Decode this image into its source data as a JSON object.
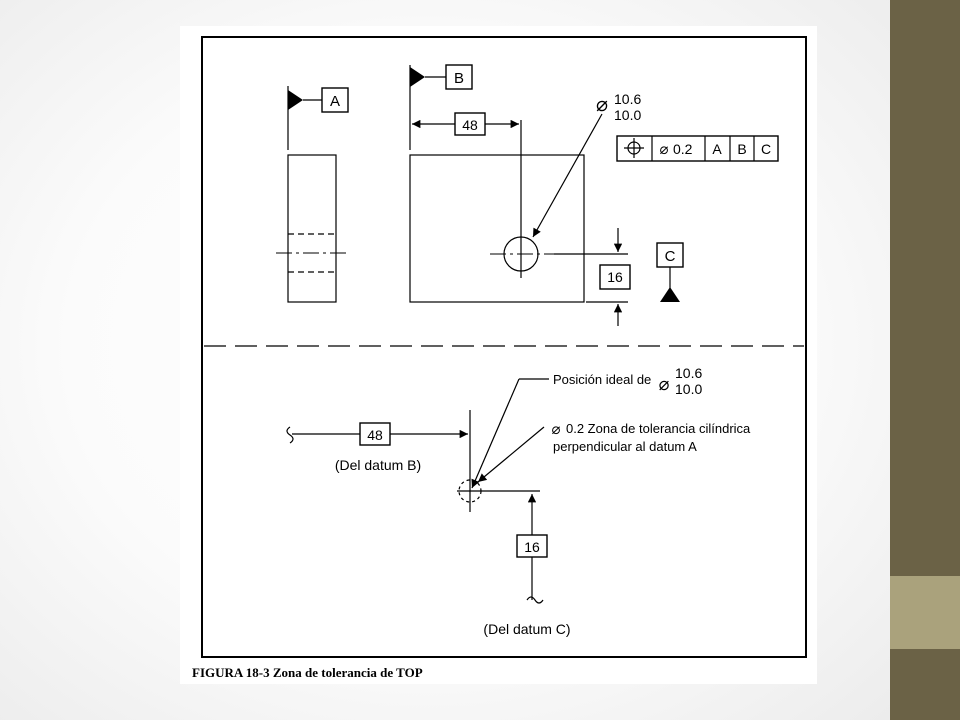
{
  "datum_labels": {
    "a": "A",
    "b": "B",
    "c": "C"
  },
  "dimensions": {
    "horizontal_48": "48",
    "vertical_16": "16"
  },
  "hole_size": {
    "symbol": "⌀",
    "upper": "10.6",
    "lower": "10.0"
  },
  "feature_control_frame": {
    "symbol": "position-icon",
    "tolerance_symbol": "⌀",
    "tolerance_value": "0.2",
    "datums": [
      "A",
      "B",
      "C"
    ]
  },
  "lower_view": {
    "ideal_position_label": "Posición ideal de",
    "ideal_size_symbol": "⌀",
    "ideal_upper": "10.6",
    "ideal_lower": "10.0",
    "zone_symbol": "⌀",
    "zone_line1": "0.2 Zona de tolerancia cilíndrica",
    "zone_line2": "perpendicular al datum A",
    "dim_48": "48",
    "dim_16": "16",
    "from_datum_b": "(Del datum B)",
    "from_datum_c": "(Del datum C)"
  },
  "caption": "FIGURA 18-3  Zona de tolerancia de TOP",
  "colors": {
    "side_bar": "#6b6246",
    "side_block": "#aaa27c",
    "ink": "#000000"
  }
}
